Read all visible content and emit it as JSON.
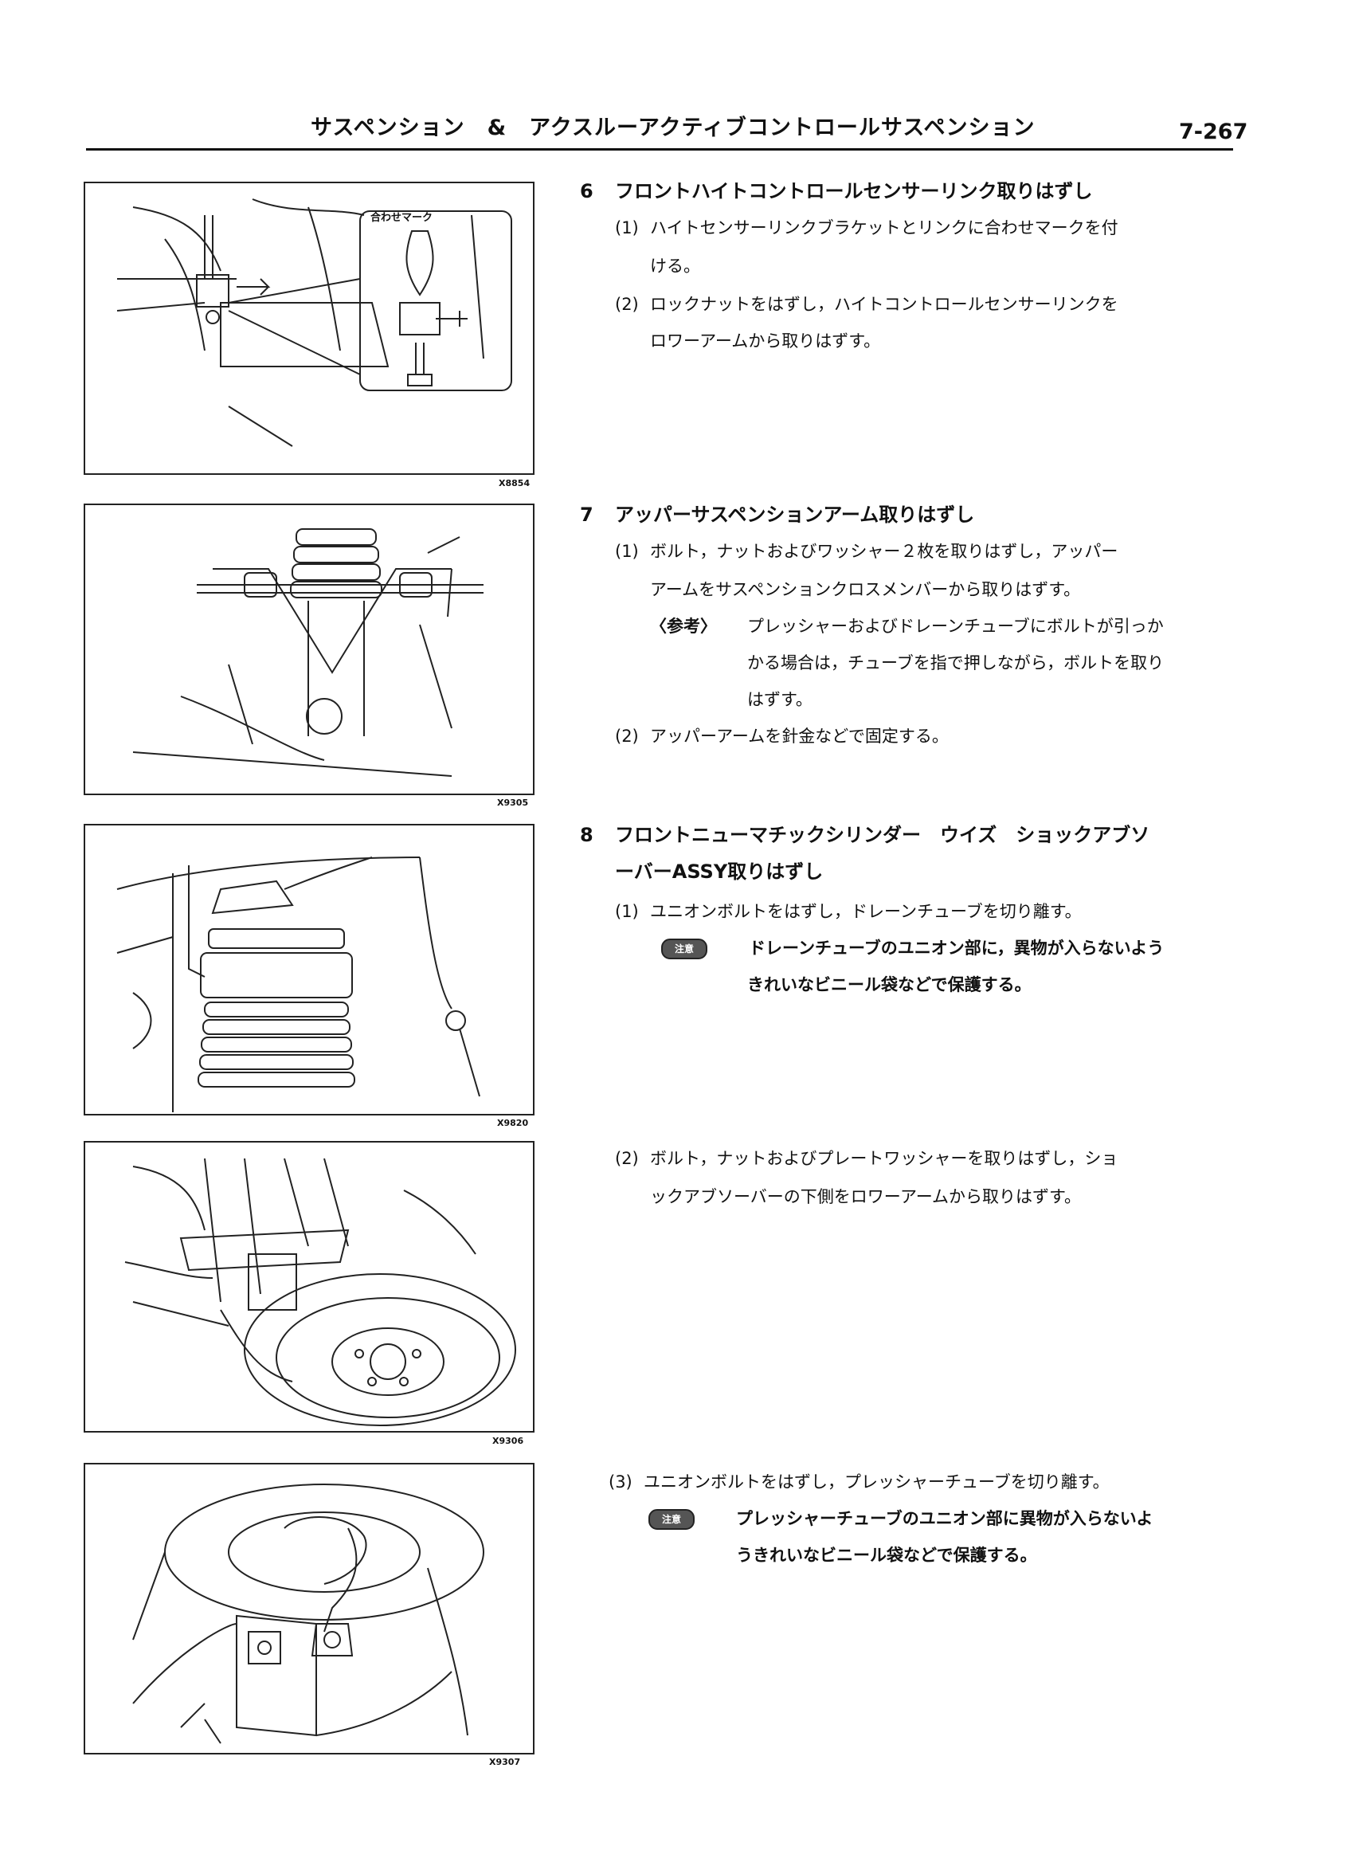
{
  "header": {
    "title": "サスペンション　&　アクスルーアクティブコントロールサスペンション",
    "page_number": "7-267"
  },
  "figures": [
    {
      "id": "X8854",
      "callout": "合わせマーク",
      "icon": "height-sensor-link-illustration"
    },
    {
      "id": "X9305",
      "icon": "upper-suspension-arm-illustration"
    },
    {
      "id": "X9820",
      "icon": "pneumatic-cylinder-drain-tube-illustration"
    },
    {
      "id": "X9306",
      "icon": "shock-absorber-lower-mount-illustration"
    },
    {
      "id": "X9307",
      "icon": "pressure-tube-union-bolt-illustration"
    }
  ],
  "steps": {
    "s6": {
      "number": "6",
      "title": "フロントハイトコントロールセンサーリンク取りはずし",
      "items": [
        {
          "num": "(1)",
          "line1": "ハイトセンサーリンクブラケットとリンクに合わせマークを付",
          "line2": "ける。"
        },
        {
          "num": "(2)",
          "line1": "ロックナットをはずし，ハイトコントロールセンサーリンクを",
          "line2": "ロワーアームから取りはずす。"
        }
      ]
    },
    "s7": {
      "number": "7",
      "title": "アッパーサスペンションアーム取りはずし",
      "items": [
        {
          "num": "(1)",
          "line1": "ボルト，ナットおよびワッシャー２枚を取りはずし，アッパー",
          "line2": "アームをサスペンションクロスメンバーから取りはずす。"
        },
        {
          "num": "(2)",
          "line1": "アッパーアームを針金などで固定する。"
        }
      ],
      "note": {
        "label": "〈参考〉",
        "line1": "プレッシャーおよびドレーンチューブにボルトが引っか",
        "line2": "かる場合は，チューブを指で押しながら，ボルトを取り",
        "line3": "はずす。"
      }
    },
    "s8": {
      "number": "8",
      "title_line1": "フロントニューマチックシリンダー　ウイズ　ショックアブソ",
      "title_line2": "ーバーASSY取りはずし",
      "items": [
        {
          "num": "(1)",
          "line1": "ユニオンボルトをはずし，ドレーンチューブを切り離す。"
        },
        {
          "num": "(2)",
          "line1": "ボルト，ナットおよびプレートワッシャーを取りはずし，ショ",
          "line2": "ックアブソーバーの下側をロワーアームから取りはずす。"
        },
        {
          "num": "(3)",
          "line1": "ユニオンボルトをはずし，プレッシャーチューブを切り離す。"
        }
      ],
      "caution1": {
        "badge": "注意",
        "line1": "ドレーンチューブのユニオン部に，異物が入らないよう",
        "line2": "きれいなビニール袋などで保護する。"
      },
      "caution2": {
        "badge": "注意",
        "line1": "プレッシャーチューブのユニオン部に異物が入らないよ",
        "line2": "うきれいなビニール袋などで保護する。"
      }
    }
  },
  "colors": {
    "ink": "#111111",
    "paper": "#ffffff",
    "badge": "#555555"
  }
}
